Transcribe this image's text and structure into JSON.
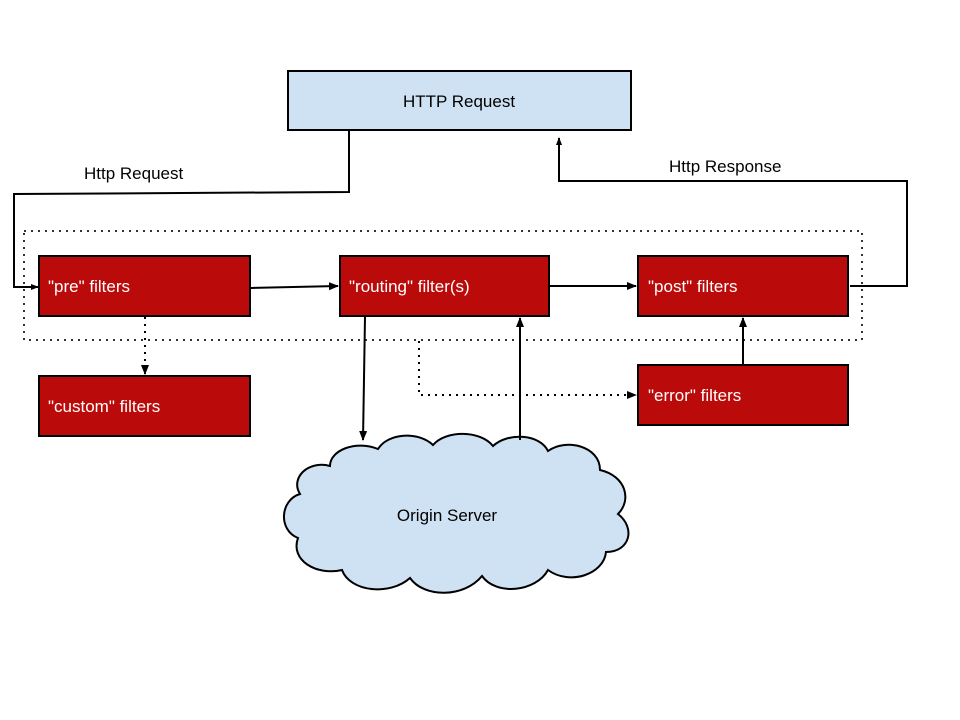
{
  "nodes": {
    "http_request": {
      "label": "HTTP Request"
    },
    "pre_filters": {
      "label": "\"pre\" filters"
    },
    "routing_filters": {
      "label": "\"routing\" filter(s)"
    },
    "post_filters": {
      "label": "\"post\" filters"
    },
    "custom_filters": {
      "label": "\"custom\" filters"
    },
    "error_filters": {
      "label": "\"error\" filters"
    },
    "origin_server": {
      "label": "Origin Server"
    }
  },
  "edges": {
    "request_label": "Http Request",
    "response_label": "Http Response"
  },
  "colors": {
    "request_box_fill": "#cfe2f3",
    "filter_box_fill": "#bb0a0a",
    "cloud_fill": "#cfe2f3",
    "line": "#000000",
    "filter_text": "#ffffff"
  }
}
